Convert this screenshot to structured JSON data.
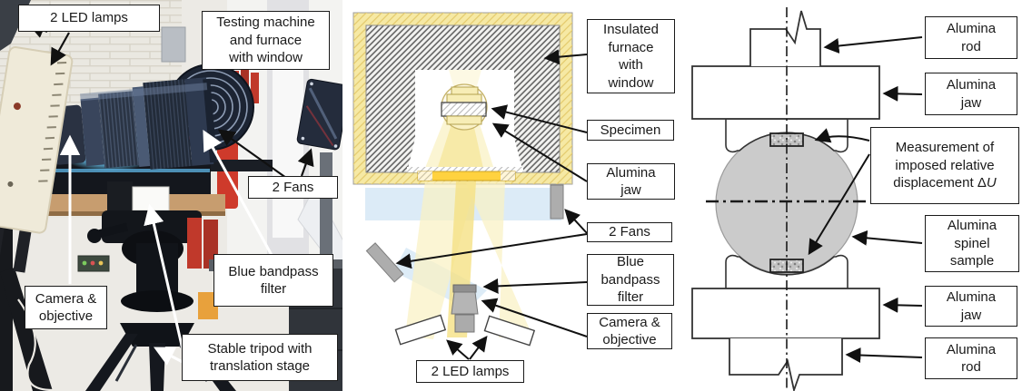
{
  "figure": {
    "panels": {
      "photo": {
        "labels": {
          "led_lamps": "2 LED lamps",
          "testing_machine": "Testing machine\nand furnace\nwith window",
          "fans": "2 Fans",
          "blue_filter": "Blue bandpass\nfilter",
          "camera": "Camera &\nobjective",
          "tripod": "Stable tripod with\ntranslation stage"
        }
      },
      "schematic": {
        "labels": {
          "furnace": "Insulated\nfurnace\nwith\nwindow",
          "specimen": "Specimen",
          "alumina_jaw": "Alumina\njaw",
          "fans": "2 Fans",
          "blue_filter": "Blue\nbandpass\nfilter",
          "camera": "Camera &\nobjective",
          "led_lamps": "2 LED lamps"
        }
      },
      "assembly": {
        "labels": {
          "rod_top": "Alumina\nrod",
          "jaw_top": "Alumina\njaw",
          "measurement_text": "Measurement of\nimposed relative\ndisplacement",
          "measurement_symbol_delta": "Δ",
          "measurement_symbol_u": "U",
          "sample": "Alumina\nspinel\nsample",
          "jaw_bottom": "Alumina\njaw",
          "rod_bottom": "Alumina\nrod"
        }
      }
    },
    "colors": {
      "insulation_yellow": "#F6E9A4",
      "gold_strip": "#FFD23F",
      "airflow_blue": "#DCEBF7",
      "beam_yellow": "#FAF1C4",
      "sample_gray": "#CBCBCB",
      "fan_gray": "#ADADAD",
      "photo_blue_glow": "#6FD0FF",
      "photo_red": "#CE3A2B"
    }
  }
}
